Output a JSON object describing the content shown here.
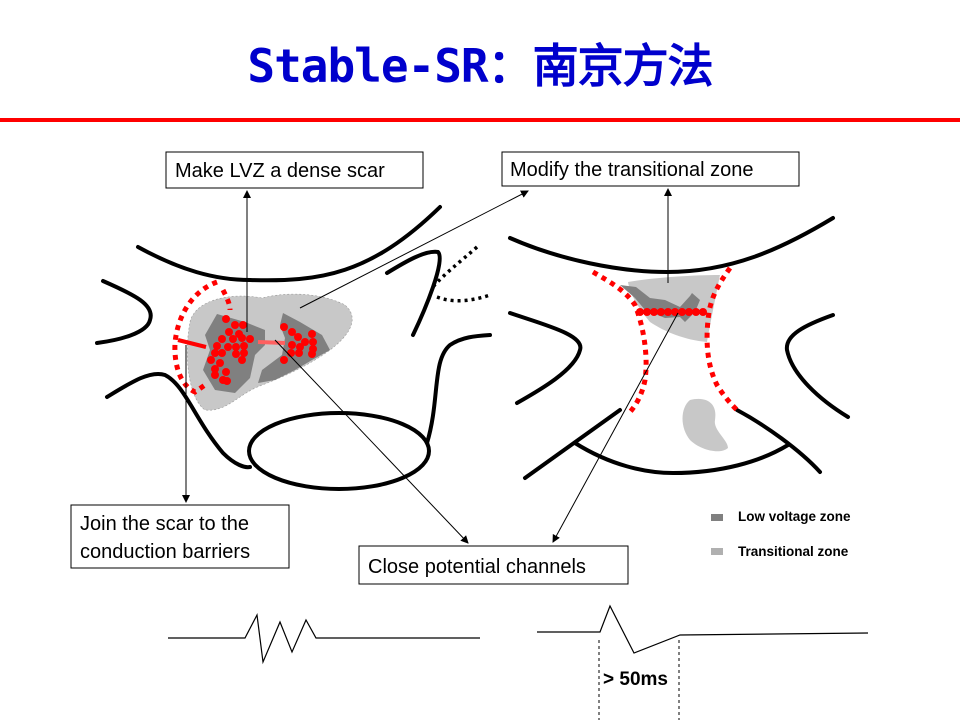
{
  "title": "Stable-SR：南京方法",
  "annotations": {
    "dense_scar": "Make LVZ a dense scar",
    "transitional": "Modify the transitional zone",
    "join_line1": "Join the scar to the",
    "join_line2": "conduction barriers",
    "close_channels": "Close potential channels"
  },
  "legend": {
    "low_voltage": "Low voltage zone",
    "transitional": "Transitional zone"
  },
  "waveform_label": "> 50ms",
  "colors": {
    "title": "#0000cc",
    "rule": "#ff0000",
    "ablation": "#ff0000",
    "low_voltage": "#808080",
    "transitional": "#c8c8c8"
  }
}
